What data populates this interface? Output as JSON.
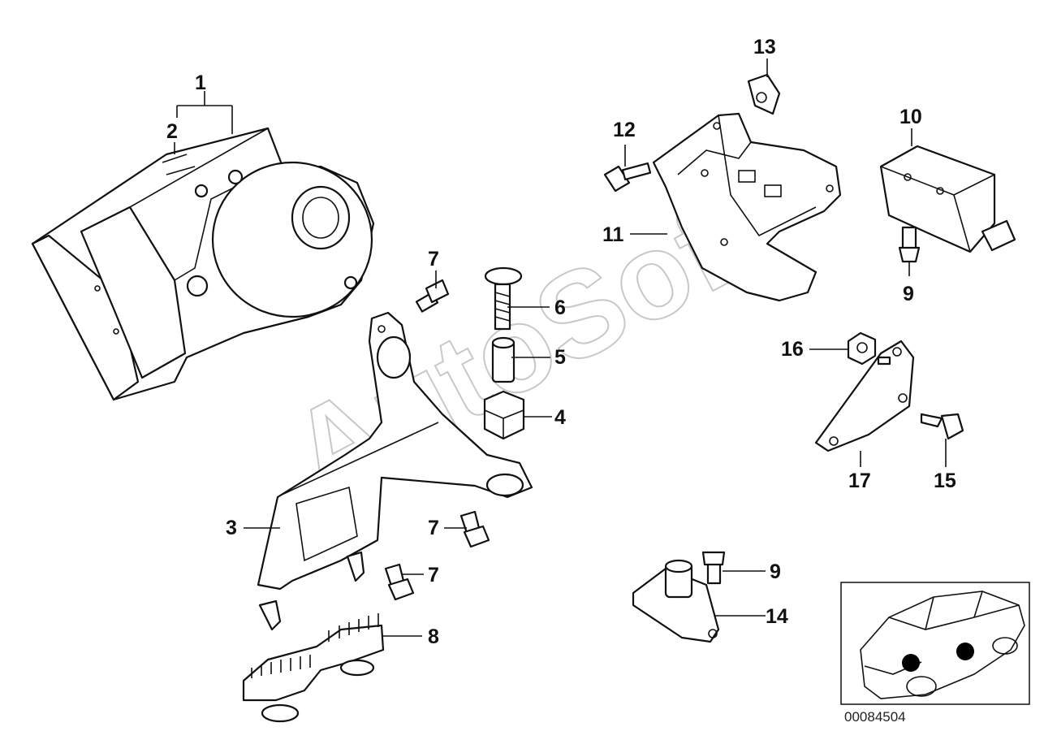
{
  "watermark": "AutoSoft",
  "diagram_id": "00084504",
  "callouts": [
    "1",
    "2",
    "3",
    "4",
    "5",
    "6",
    "7",
    "8",
    "9",
    "10",
    "11",
    "12",
    "13",
    "14",
    "15",
    "16",
    "17"
  ]
}
